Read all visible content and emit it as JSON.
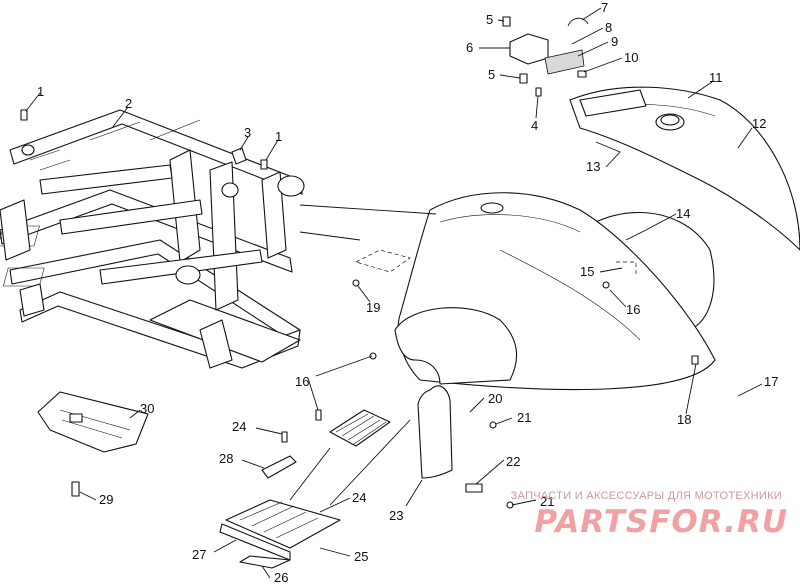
{
  "watermark": {
    "tagline": "ЗАПЧАСТИ И АКСЕССУАРЫ ДЛЯ МОТОТЕХНИКИ",
    "logo": "PARTSFOR.RU"
  },
  "callouts": [
    {
      "id": "c1a",
      "label": "1"
    },
    {
      "id": "c2",
      "label": "2"
    },
    {
      "id": "c3",
      "label": "3"
    },
    {
      "id": "c1b",
      "label": "1"
    },
    {
      "id": "c5a",
      "label": "5"
    },
    {
      "id": "c6",
      "label": "6"
    },
    {
      "id": "c5b",
      "label": "5"
    },
    {
      "id": "c4",
      "label": "4"
    },
    {
      "id": "c7",
      "label": "7"
    },
    {
      "id": "c8",
      "label": "8"
    },
    {
      "id": "c9",
      "label": "9"
    },
    {
      "id": "c10",
      "label": "10"
    },
    {
      "id": "c11",
      "label": "11"
    },
    {
      "id": "c12",
      "label": "12"
    },
    {
      "id": "c13",
      "label": "13"
    },
    {
      "id": "c14",
      "label": "14"
    },
    {
      "id": "c15",
      "label": "15"
    },
    {
      "id": "c16a",
      "label": "16"
    },
    {
      "id": "c19",
      "label": "19"
    },
    {
      "id": "c16b",
      "label": "16"
    },
    {
      "id": "c17",
      "label": "17"
    },
    {
      "id": "c18",
      "label": "18"
    },
    {
      "id": "c20",
      "label": "20"
    },
    {
      "id": "c21a",
      "label": "21"
    },
    {
      "id": "c22",
      "label": "22"
    },
    {
      "id": "c21b",
      "label": "21"
    },
    {
      "id": "c23",
      "label": "23"
    },
    {
      "id": "c24a",
      "label": "24"
    },
    {
      "id": "c28",
      "label": "28"
    },
    {
      "id": "c24b",
      "label": "24"
    },
    {
      "id": "c25",
      "label": "25"
    },
    {
      "id": "c26",
      "label": "26"
    },
    {
      "id": "c27",
      "label": "27"
    },
    {
      "id": "c30",
      "label": "30"
    },
    {
      "id": "c29",
      "label": "29"
    }
  ]
}
